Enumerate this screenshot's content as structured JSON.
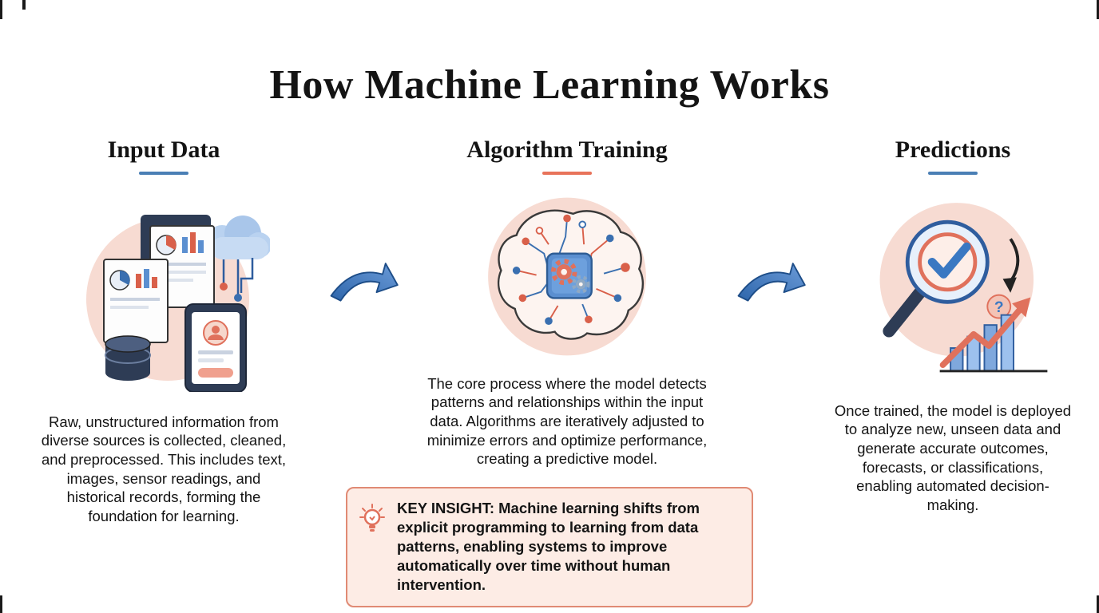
{
  "page": {
    "title": "How Machine Learning Works"
  },
  "columns": [
    {
      "heading": "Input Data",
      "accent": "#4a7fb5",
      "description": "Raw, unstructured information from diverse sources is collected, cleaned, and preprocessed. This includes text, images, sensor readings, and historical records, forming the foundation for learning."
    },
    {
      "heading": "Algorithm Training",
      "accent": "#e8735a",
      "description": "The core process where the model detects patterns and relationships within the input data. Algorithms are iteratively adjusted to minimize errors and optimize performance, creating a predictive model."
    },
    {
      "heading": "Predictions",
      "accent": "#4a7fb5",
      "description": "Once trained, the model is deployed to analyze new, unseen data and generate accurate outcomes, forecasts, or classifications, enabling automated decision-making."
    }
  ],
  "key_insight": {
    "label": "KEY INSIGHT:",
    "text": "Machine learning shifts from explicit programming to learning from data patterns, enabling systems to improve automatically over time without human intervention."
  },
  "icons": {
    "arrow_1": "flow-arrow-right",
    "arrow_2": "flow-arrow-right",
    "col1": "documents-cloud-database-phone-illustration",
    "col2": "brain-circuit-gears-illustration",
    "col3": "magnifier-target-chart-illustration",
    "insight": "lightbulb-icon"
  },
  "colors": {
    "accent_blue": "#4a7fb5",
    "accent_red": "#e8735a",
    "circle_bg": "#f7dbd2",
    "arrow_blue": "#3f74b5",
    "insight_bg": "#fdece5",
    "insight_border": "#e08a74",
    "ink": "#141414"
  }
}
